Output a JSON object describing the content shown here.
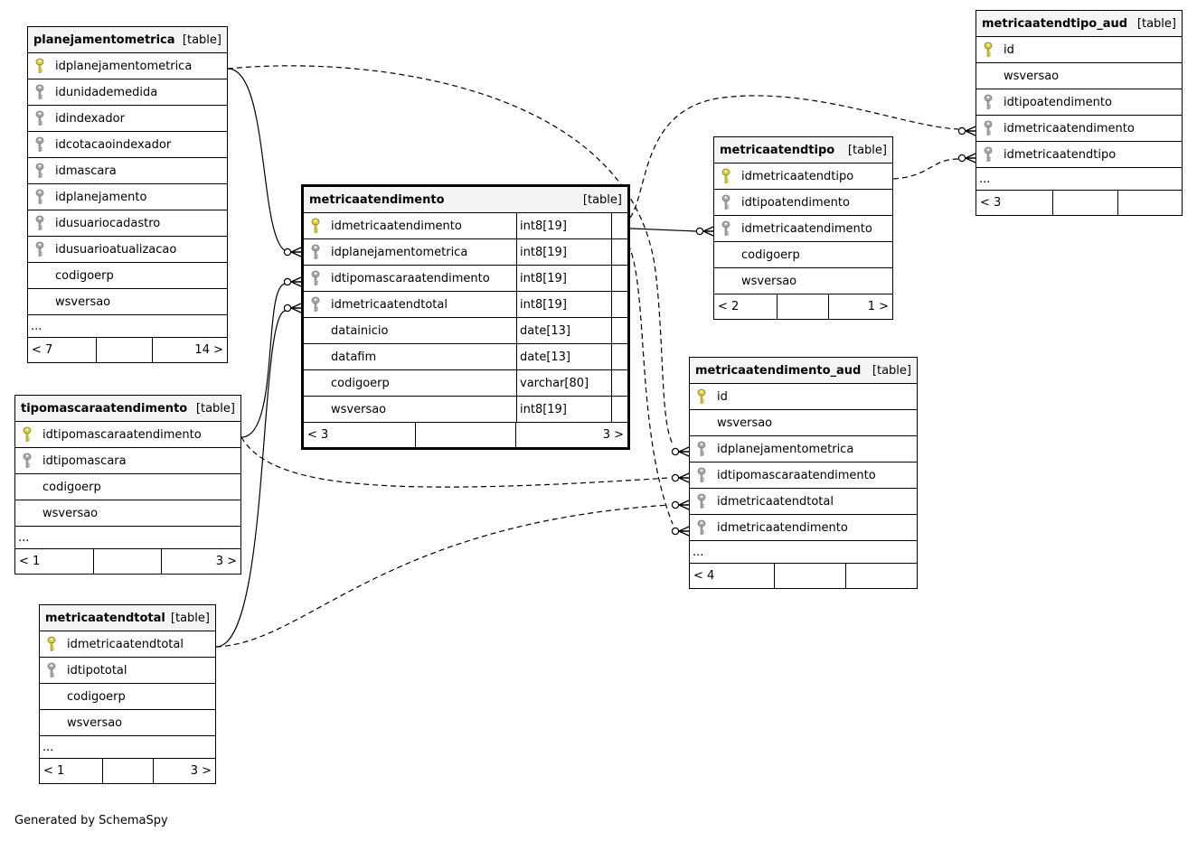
{
  "tables": {
    "planejamentometrica": {
      "name": "planejamentometrica",
      "type": "[table]",
      "columns": [
        {
          "name": "idplanejamentometrica",
          "key": "pk"
        },
        {
          "name": "idunidademedida",
          "key": "fk"
        },
        {
          "name": "idindexador",
          "key": "fk"
        },
        {
          "name": "idcotacaoindexador",
          "key": "fk"
        },
        {
          "name": "idmascara",
          "key": "fk"
        },
        {
          "name": "idplanejamento",
          "key": "fk"
        },
        {
          "name": "idusuariocadastro",
          "key": "fk"
        },
        {
          "name": "idusuarioatualizacao",
          "key": "fk"
        },
        {
          "name": "codigoerp",
          "key": "none"
        },
        {
          "name": "wsversao",
          "key": "none"
        }
      ],
      "ellipsis": "...",
      "foot_left": "< 7",
      "foot_right": "14 >"
    },
    "tipomascaraatendimento": {
      "name": "tipomascaraatendimento",
      "type": "[table]",
      "columns": [
        {
          "name": "idtipomascaraatendimento",
          "key": "pk"
        },
        {
          "name": "idtipomascara",
          "key": "fk"
        },
        {
          "name": "codigoerp",
          "key": "none"
        },
        {
          "name": "wsversao",
          "key": "none"
        }
      ],
      "ellipsis": "...",
      "foot_left": "< 1",
      "foot_right": "3 >"
    },
    "metricaatendtotal": {
      "name": "metricaatendtotal",
      "type": "[table]",
      "columns": [
        {
          "name": "idmetricaatendtotal",
          "key": "pk"
        },
        {
          "name": "idtipototal",
          "key": "fk"
        },
        {
          "name": "codigoerp",
          "key": "none"
        },
        {
          "name": "wsversao",
          "key": "none"
        }
      ],
      "ellipsis": "...",
      "foot_left": "< 1",
      "foot_right": "3 >"
    },
    "metricaatendimento": {
      "name": "metricaatendimento",
      "type": "[table]",
      "columns": [
        {
          "name": "idmetricaatendimento",
          "key": "pk",
          "dtype": "int8[19]"
        },
        {
          "name": "idplanejamentometrica",
          "key": "fk",
          "dtype": "int8[19]"
        },
        {
          "name": "idtipomascaraatendimento",
          "key": "fk",
          "dtype": "int8[19]"
        },
        {
          "name": "idmetricaatendtotal",
          "key": "fk",
          "dtype": "int8[19]"
        },
        {
          "name": "datainicio",
          "key": "none",
          "dtype": "date[13]"
        },
        {
          "name": "datafim",
          "key": "none",
          "dtype": "date[13]"
        },
        {
          "name": "codigoerp",
          "key": "none",
          "dtype": "varchar[80]"
        },
        {
          "name": "wsversao",
          "key": "none",
          "dtype": "int8[19]"
        }
      ],
      "foot_left": "< 3",
      "foot_right": "3 >"
    },
    "metricaatendtipo": {
      "name": "metricaatendtipo",
      "type": "[table]",
      "columns": [
        {
          "name": "idmetricaatendtipo",
          "key": "pk"
        },
        {
          "name": "idtipoatendimento",
          "key": "fk"
        },
        {
          "name": "idmetricaatendimento",
          "key": "fk"
        },
        {
          "name": "codigoerp",
          "key": "none"
        },
        {
          "name": "wsversao",
          "key": "none"
        }
      ],
      "foot_left": "< 2",
      "foot_right": "1 >"
    },
    "metricaatendtipo_aud": {
      "name": "metricaatendtipo_aud",
      "type": "[table]",
      "columns": [
        {
          "name": "id",
          "key": "pk"
        },
        {
          "name": "wsversao",
          "key": "none"
        },
        {
          "name": "idtipoatendimento",
          "key": "fk"
        },
        {
          "name": "idmetricaatendimento",
          "key": "fk"
        },
        {
          "name": "idmetricaatendtipo",
          "key": "fk"
        }
      ],
      "ellipsis": "...",
      "foot_left": "< 3",
      "foot_right": ""
    },
    "metricaatendimento_aud": {
      "name": "metricaatendimento_aud",
      "type": "[table]",
      "columns": [
        {
          "name": "id",
          "key": "pk"
        },
        {
          "name": "wsversao",
          "key": "none"
        },
        {
          "name": "idplanejamentometrica",
          "key": "fk"
        },
        {
          "name": "idtipomascaraatendimento",
          "key": "fk"
        },
        {
          "name": "idmetricaatendtotal",
          "key": "fk"
        },
        {
          "name": "idmetricaatendimento",
          "key": "fk"
        }
      ],
      "ellipsis": "...",
      "foot_left": "< 4",
      "foot_right": ""
    }
  },
  "footer": "Generated by SchemaSpy",
  "colors": {
    "pk_key": "#e6d200",
    "fk_key": "#a8a8a8",
    "header_bg": "#f4f4f4"
  }
}
